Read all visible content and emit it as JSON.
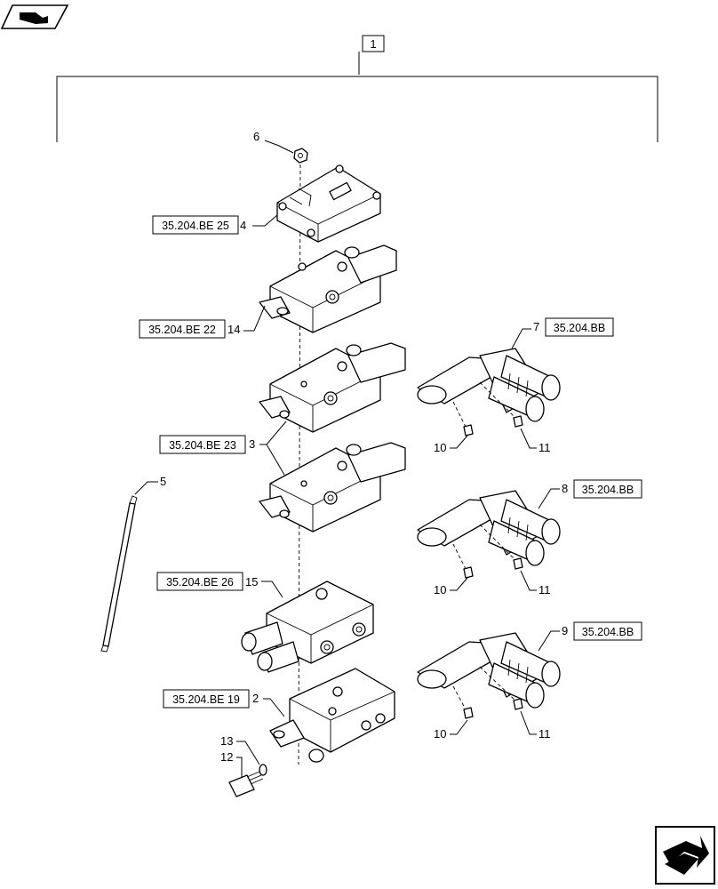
{
  "assembly": {
    "item": "1"
  },
  "callouts": [
    {
      "id": "c6",
      "item": "6",
      "ref": ""
    },
    {
      "id": "c4",
      "item": "4",
      "ref": "35.204.BE 25"
    },
    {
      "id": "c14",
      "item": "14",
      "ref": "35.204.BE 22"
    },
    {
      "id": "c3",
      "item": "3",
      "ref": "35.204.BE 23"
    },
    {
      "id": "c5",
      "item": "5",
      "ref": ""
    },
    {
      "id": "c15",
      "item": "15",
      "ref": "35.204.BE 26"
    },
    {
      "id": "c2",
      "item": "2",
      "ref": "35.204.BE 19"
    },
    {
      "id": "c13",
      "item": "13",
      "ref": ""
    },
    {
      "id": "c12",
      "item": "12",
      "ref": ""
    },
    {
      "id": "c7",
      "item": "7",
      "ref": "35.204.BB"
    },
    {
      "id": "c8",
      "item": "8",
      "ref": "35.204.BB"
    },
    {
      "id": "c9",
      "item": "9",
      "ref": "35.204.BB"
    }
  ],
  "fittings": [
    {
      "screw_a": "10",
      "screw_b": "11"
    },
    {
      "screw_a": "10",
      "screw_b": "11"
    },
    {
      "screw_a": "10",
      "screw_b": "11"
    }
  ],
  "icons": {
    "top_left": "view-icon",
    "bottom_right": "next-page-icon"
  }
}
